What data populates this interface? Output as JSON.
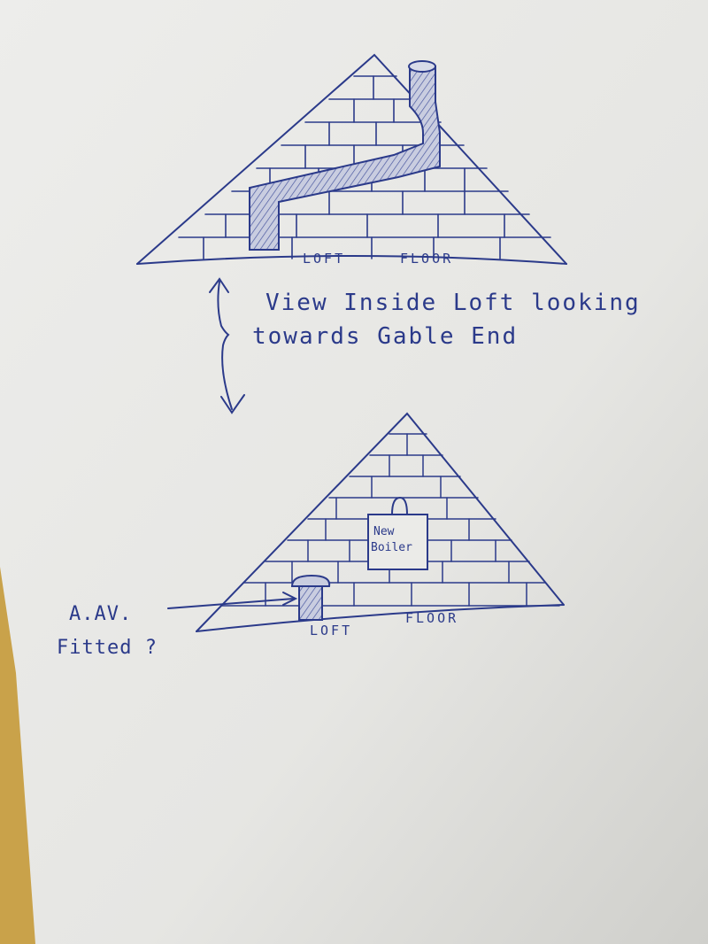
{
  "sketch": {
    "top_diagram": {
      "floor_left": "LOFT",
      "floor_right": "FLOOR"
    },
    "caption": {
      "line1": "View Inside Loft looking",
      "line2": "towards Gable End"
    },
    "bottom_diagram": {
      "boiler_line1": "New",
      "boiler_line2": "Boiler",
      "floor_left": "LOFT",
      "floor_right": "FLOOR"
    },
    "annotation": {
      "line1": "A.AV.",
      "line2": "Fitted ?"
    }
  },
  "colors": {
    "ink": "#2b3a8a",
    "paper": "#e9e9e6",
    "folder": "#c9a24a"
  }
}
